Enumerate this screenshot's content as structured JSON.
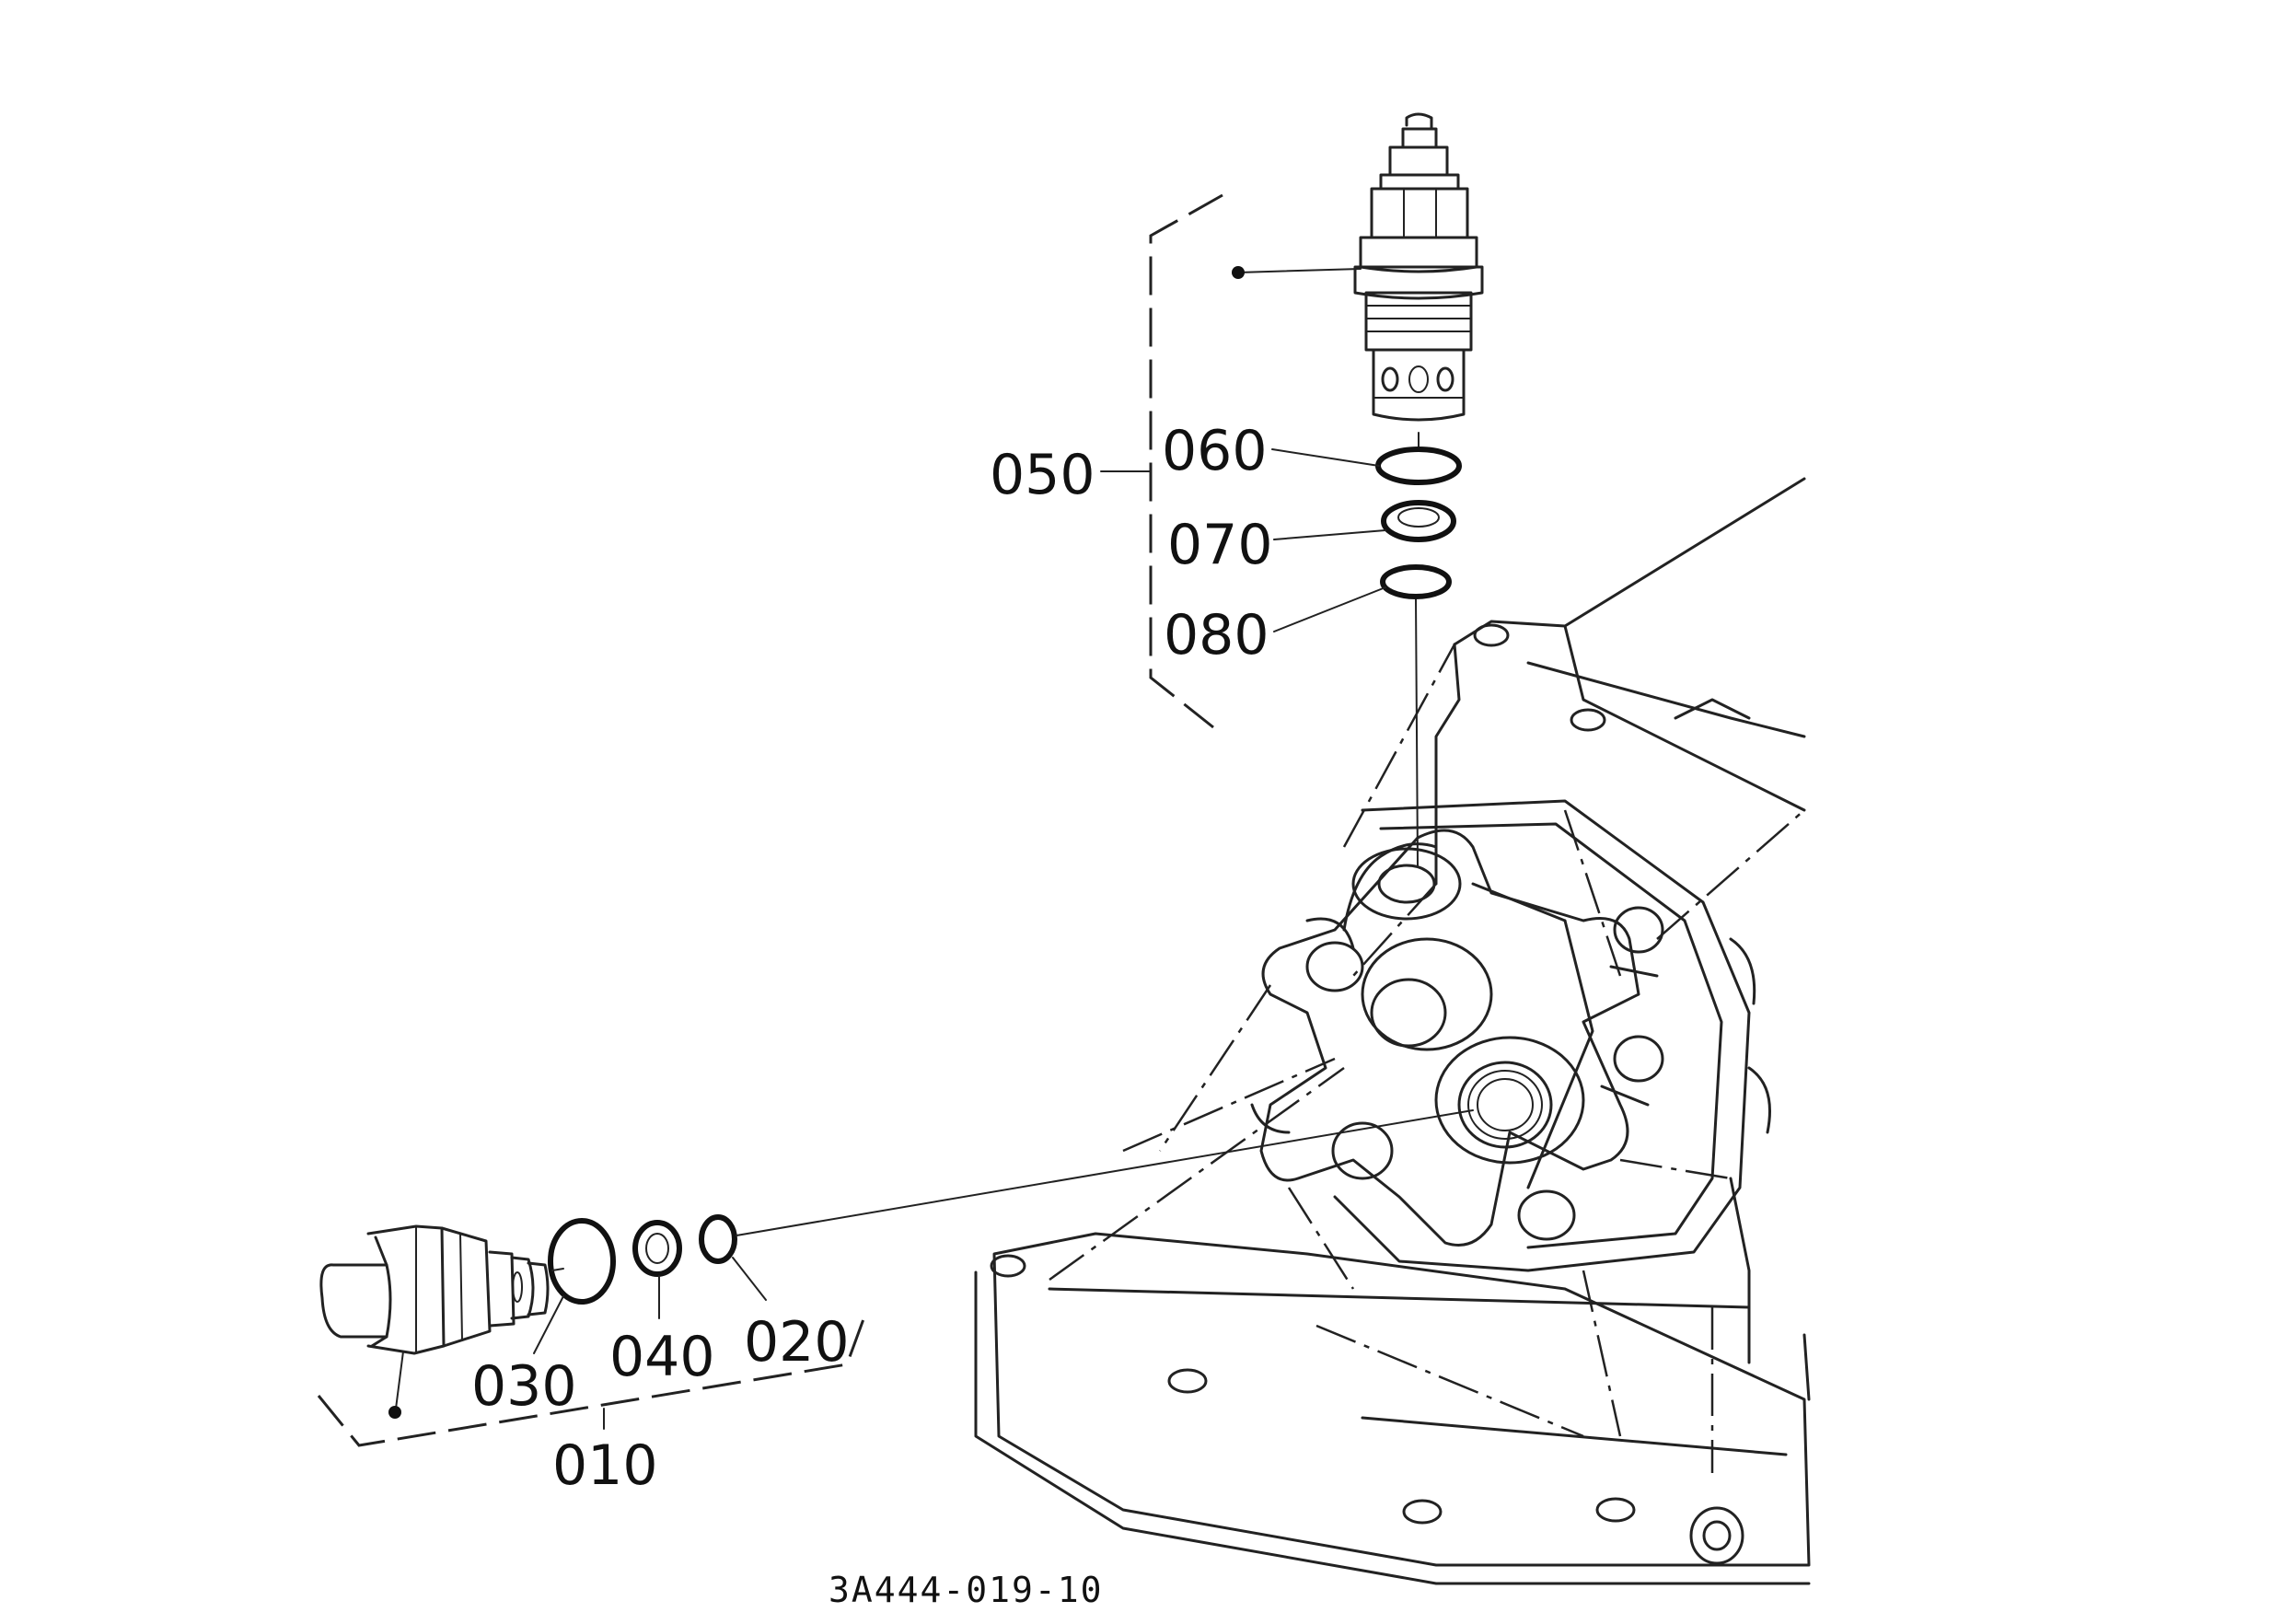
{
  "labels": {
    "p010": "010",
    "p020": "020",
    "p030": "030",
    "p040": "040",
    "p050": "050",
    "p060": "060",
    "p070": "070",
    "p080": "080"
  },
  "drawing_code": "3A444-019-10",
  "colors": {
    "line": "#222222",
    "background": "#ffffff"
  }
}
